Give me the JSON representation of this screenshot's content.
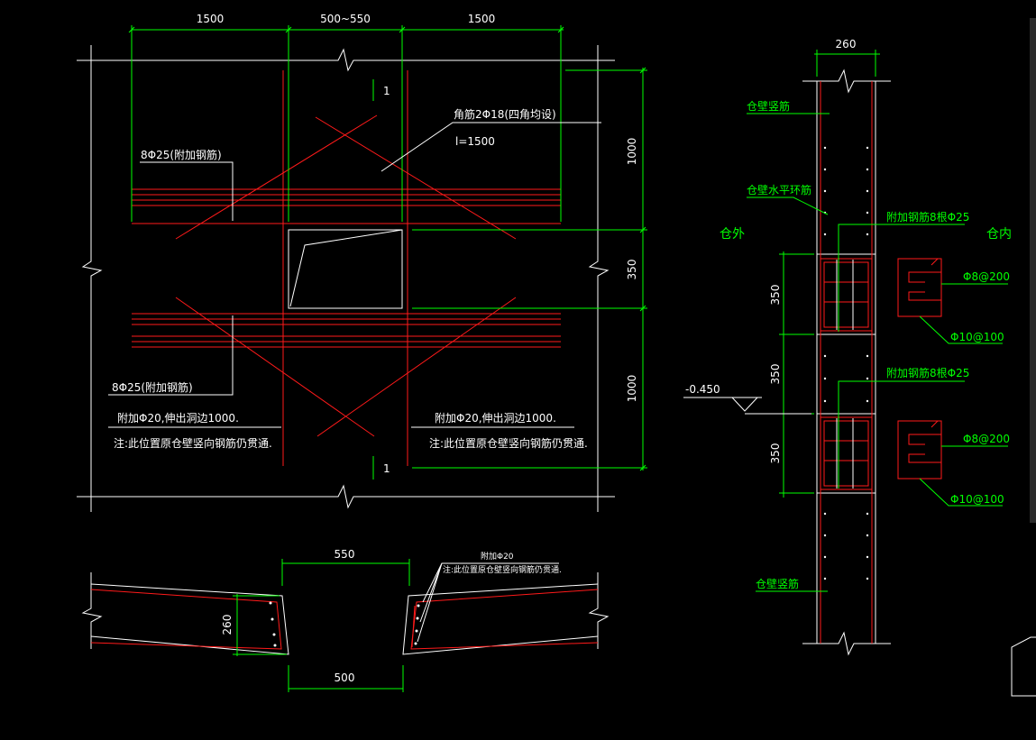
{
  "colors": {
    "background": "#000000",
    "concrete": "#ffffff",
    "rebar": "#ff1a1a",
    "dimension": "#00ff00"
  },
  "elevation": {
    "dims_top": [
      "1500",
      "500~550",
      "1500"
    ],
    "dims_right": [
      "1000",
      "350",
      "1000"
    ],
    "section_marks": [
      "1",
      "1"
    ],
    "labels": {
      "rebar_top": "8Φ25(附加钢筋)",
      "rebar_bottom": "8Φ25(附加钢筋)",
      "diag": "角筋2Φ18(四角均设)",
      "diag_len": "l=1500",
      "extra_left": "附加Φ20,伸出洞边1000.",
      "note_left": "注:此位置原仓壁竖向钢筋仍贯通.",
      "extra_right": "附加Φ20,伸出洞边1000.",
      "note_right": "注:此位置原仓壁竖向钢筋仍贯通."
    }
  },
  "plan": {
    "dim_top": "550",
    "dim_bottom": "500",
    "dim_thick": "260",
    "label_extra": "附加Φ20",
    "label_note": "注:此位置原仓壁竖向钢筋仍贯通."
  },
  "section": {
    "dim_width": "260",
    "dims_left": [
      "350",
      "350",
      "350"
    ],
    "outside": "仓外",
    "inside": "仓内",
    "wall_vertical_top": "仓壁竖筋",
    "wall_horizontal": "仓壁水平环筋",
    "extra_1": "附加钢筋8根Φ25",
    "extra_2": "附加钢筋8根Φ25",
    "stirrup_1": "Φ8@200",
    "tie_1": "Φ10@100",
    "stirrup_2": "Φ8@200",
    "tie_2": "Φ10@100",
    "wall_vertical_bottom": "仓壁竖筋",
    "level": "-0.450"
  }
}
